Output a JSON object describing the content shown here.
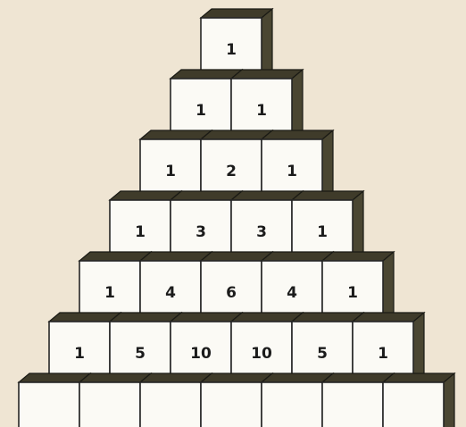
{
  "title": "",
  "pyramid": {
    "rows": [
      [
        "1"
      ],
      [
        "1",
        "1"
      ],
      [
        "1",
        "2",
        "1"
      ],
      [
        "1",
        "3",
        "3",
        "1"
      ],
      [
        "1",
        "4",
        "6",
        "4",
        "1"
      ],
      [
        "1",
        "5",
        "10",
        "10",
        "5",
        "1"
      ],
      [
        "",
        "",
        "",
        "",
        "",
        "",
        ""
      ]
    ]
  },
  "colors": {
    "background": "#efe5d3",
    "cube_face": "#fbfaf5",
    "cube_shade": "#3f3b2a",
    "ink": "#1b1b1b"
  }
}
